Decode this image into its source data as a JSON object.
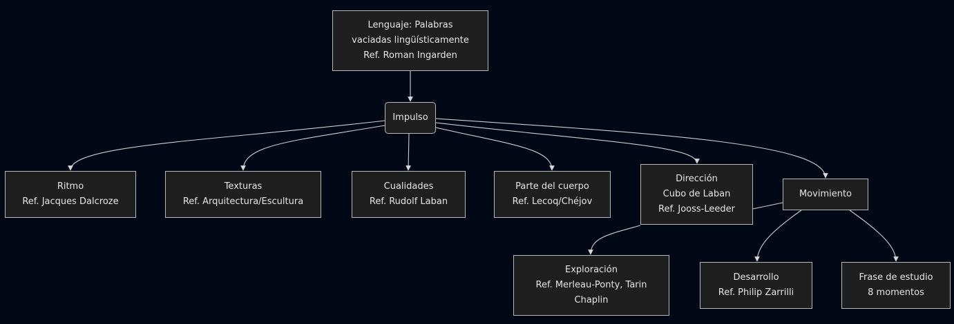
{
  "colors": {
    "background": "#030817",
    "node_fill": "#1f1f1f",
    "node_border": "#b9b9b9",
    "edge": "#cfcfcf",
    "text": "#e6e6e6"
  },
  "nodes": {
    "lenguaje": [
      "Lenguaje: Palabras",
      "vaciadas lingüísticamente",
      "Ref. Roman Ingarden"
    ],
    "impulso": [
      "Impulso"
    ],
    "ritmo": [
      "Ritmo",
      "Ref. Jacques Dalcroze"
    ],
    "texturas": [
      "Texturas",
      "Ref. Arquitectura/Escultura"
    ],
    "cualidades": [
      "Cualidades",
      "Ref. Rudolf Laban"
    ],
    "parte": [
      "Parte del cuerpo",
      "Ref. Lecoq/Chéjov"
    ],
    "direccion": [
      "Dirección",
      "Cubo de Laban",
      "Ref. Jooss-Leeder"
    ],
    "movimiento": [
      "Movimiento"
    ],
    "exploracion": [
      "Exploración",
      "Ref. Merleau-Ponty, Tarin",
      "Chaplin"
    ],
    "desarrollo": [
      "Desarrollo",
      "Ref. Philip Zarrilli"
    ],
    "frase": [
      "Frase de estudio",
      "8 momentos"
    ]
  },
  "edges": [
    [
      "lenguaje",
      "impulso"
    ],
    [
      "impulso",
      "ritmo"
    ],
    [
      "impulso",
      "texturas"
    ],
    [
      "impulso",
      "cualidades"
    ],
    [
      "impulso",
      "parte"
    ],
    [
      "impulso",
      "direccion"
    ],
    [
      "impulso",
      "movimiento"
    ],
    [
      "movimiento",
      "exploracion"
    ],
    [
      "movimiento",
      "desarrollo"
    ],
    [
      "movimiento",
      "frase"
    ]
  ]
}
